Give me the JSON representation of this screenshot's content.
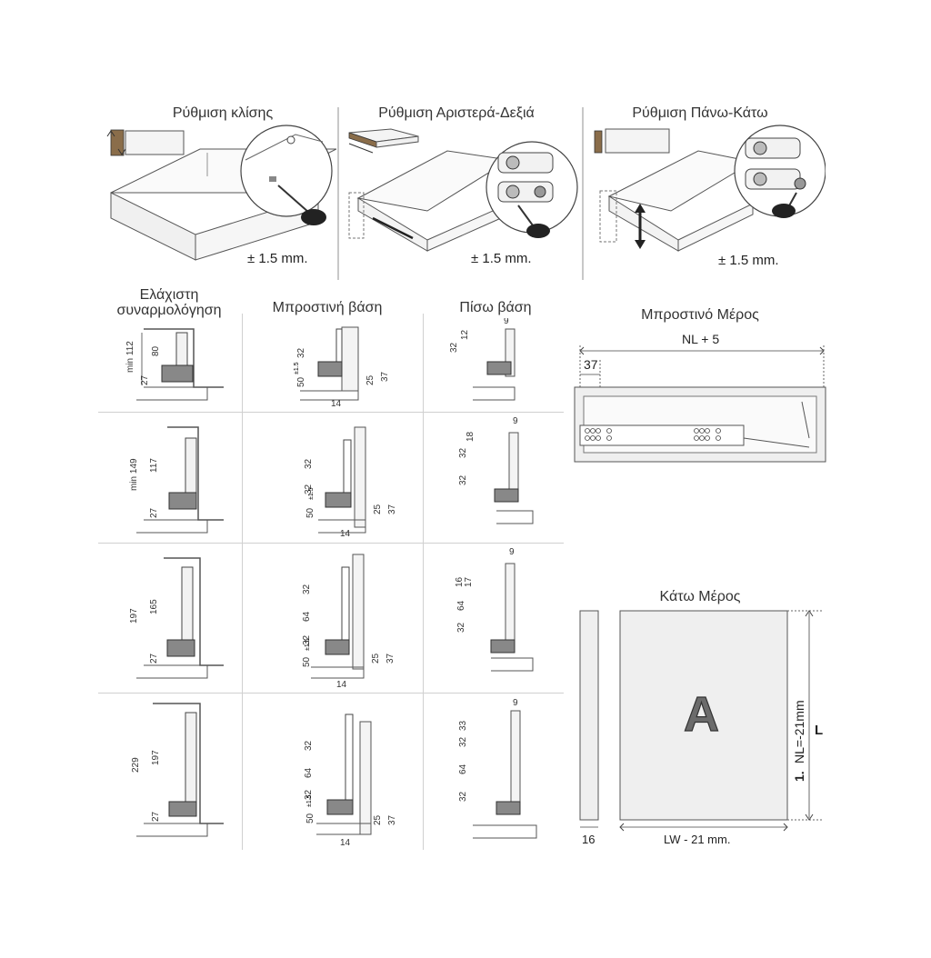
{
  "top_panels": [
    {
      "title": "Ρύθμιση κλίσης",
      "tolerance": "± 1.5 mm."
    },
    {
      "title": "Ρύθμιση Αριστερά-Δεξιά",
      "tolerance": "± 1.5 mm."
    },
    {
      "title": "Ρύθμιση Πάνω-Κάτω",
      "tolerance": "± 1.5 mm."
    }
  ],
  "grid": {
    "headers": [
      "Ελάχιστη συναρμολόγηση",
      "Μπροστινή βάση",
      "Πίσω βάση"
    ],
    "rows": [
      {
        "min": {
          "total": "min 112",
          "upper": "80",
          "base": "27"
        },
        "front": {
          "dims": [
            "32"
          ],
          "bottom": "50",
          "sup": "±1.5",
          "right1": "25",
          "right2": "37",
          "width": "14"
        },
        "back": {
          "dims": [
            "32",
            "12"
          ],
          "top": "9"
        }
      },
      {
        "min": {
          "total": "min 149",
          "upper": "117",
          "base": "27"
        },
        "front": {
          "dims": [
            "32",
            "32"
          ],
          "bottom": "50",
          "sup": "±1.5",
          "right1": "25",
          "right2": "37",
          "width": "14"
        },
        "back": {
          "dims": [
            "32",
            "32",
            "18"
          ],
          "top": "9"
        }
      },
      {
        "min": {
          "total": "197",
          "upper": "165",
          "base": "27"
        },
        "front": {
          "dims": [
            "32",
            "64",
            "32"
          ],
          "bottom": "50",
          "sup": "±1.5",
          "right1": "25",
          "right2": "37",
          "width": "14"
        },
        "back": {
          "dims": [
            "32",
            "64",
            "16",
            "17"
          ],
          "top": "9"
        }
      },
      {
        "min": {
          "total": "229",
          "upper": "197",
          "base": "27"
        },
        "front": {
          "dims": [
            "32",
            "64",
            "32"
          ],
          "bottom": "50",
          "sup": "±1.5",
          "right1": "25",
          "right2": "37",
          "width": "14"
        },
        "back": {
          "dims": [
            "32",
            "64",
            "32",
            "33"
          ],
          "top": "9"
        }
      }
    ]
  },
  "front_view": {
    "title": "Μπροστινό Μέρος",
    "width_label": "NL + 5",
    "offset_label": "37"
  },
  "bottom_view": {
    "title": "Κάτω Μέρος",
    "panel_letter": "A",
    "length_label_num": "1.",
    "length_label": "NL=-21mm",
    "side_label": "L",
    "width_label": "LW - 21 mm.",
    "thickness_label": "16"
  },
  "colors": {
    "line": "#555555",
    "light_fill": "#eeeeee",
    "panel_fill": "#efefef",
    "letter": "#6b6b6b",
    "divider": "#c8c8c8"
  }
}
